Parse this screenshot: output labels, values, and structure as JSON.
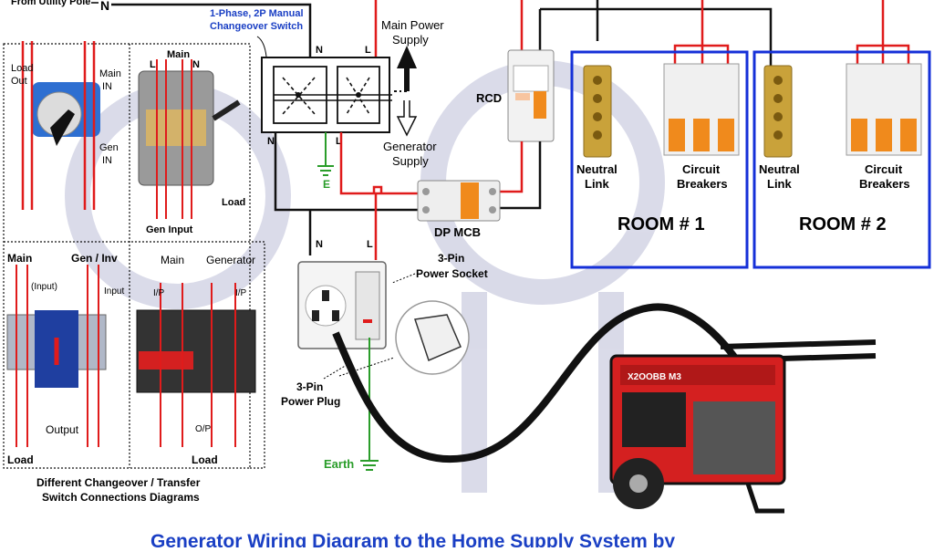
{
  "labels": {
    "from_pole": "From Utility Pole",
    "n_top": "N",
    "switch_title_1": "1-Phase, 2P Manual",
    "switch_title_2": "Changeover Switch",
    "main_power_1": "Main Power",
    "main_power_2": "Supply",
    "generator_supply_1": "Generator",
    "generator_supply_2": "Supply",
    "rcd": "RCD",
    "dp_mcb": "DP MCB",
    "neutral_link_1": "Neutral",
    "neutral_link_2": "Link",
    "circuit_breakers_1": "Circuit",
    "circuit_breakers_2": "Breakers",
    "room1": "ROOM # 1",
    "room2": "ROOM # 2",
    "socket_1": "3-Pin",
    "socket_2": "Power Socket",
    "plug_1": "3-Pin",
    "plug_2": "Power Plug",
    "earth": "Earth",
    "e": "E",
    "n": "N",
    "l": "L",
    "load_out_1": "Load",
    "load_out_2": "Out",
    "main_in_1": "Main",
    "main_in_2": "IN",
    "gen_in_1": "Gen",
    "gen_in_2": "IN",
    "main": "Main",
    "load": "Load",
    "gen_input": "Gen Input",
    "gen_inv": "Gen / Inv",
    "input": "(Input)",
    "input2": "Input",
    "output": "Output",
    "generator": "Generator",
    "ip": "I/P",
    "op": "O/P",
    "diagrams_caption_1": "Different Changeover / Transfer",
    "diagrams_caption_2": "Switch Connections Diagrams",
    "bottom_title": "Generator Wiring Diagram to the Home Supply System by",
    "generator_brand": "X2OOBB M3"
  },
  "colors": {
    "live": "#e01b1b",
    "neutral": "#111111",
    "earth": "#2a9d2a",
    "room_border": "#1530d8",
    "title": "#1a3fc4",
    "generator_body": "#d42020"
  }
}
